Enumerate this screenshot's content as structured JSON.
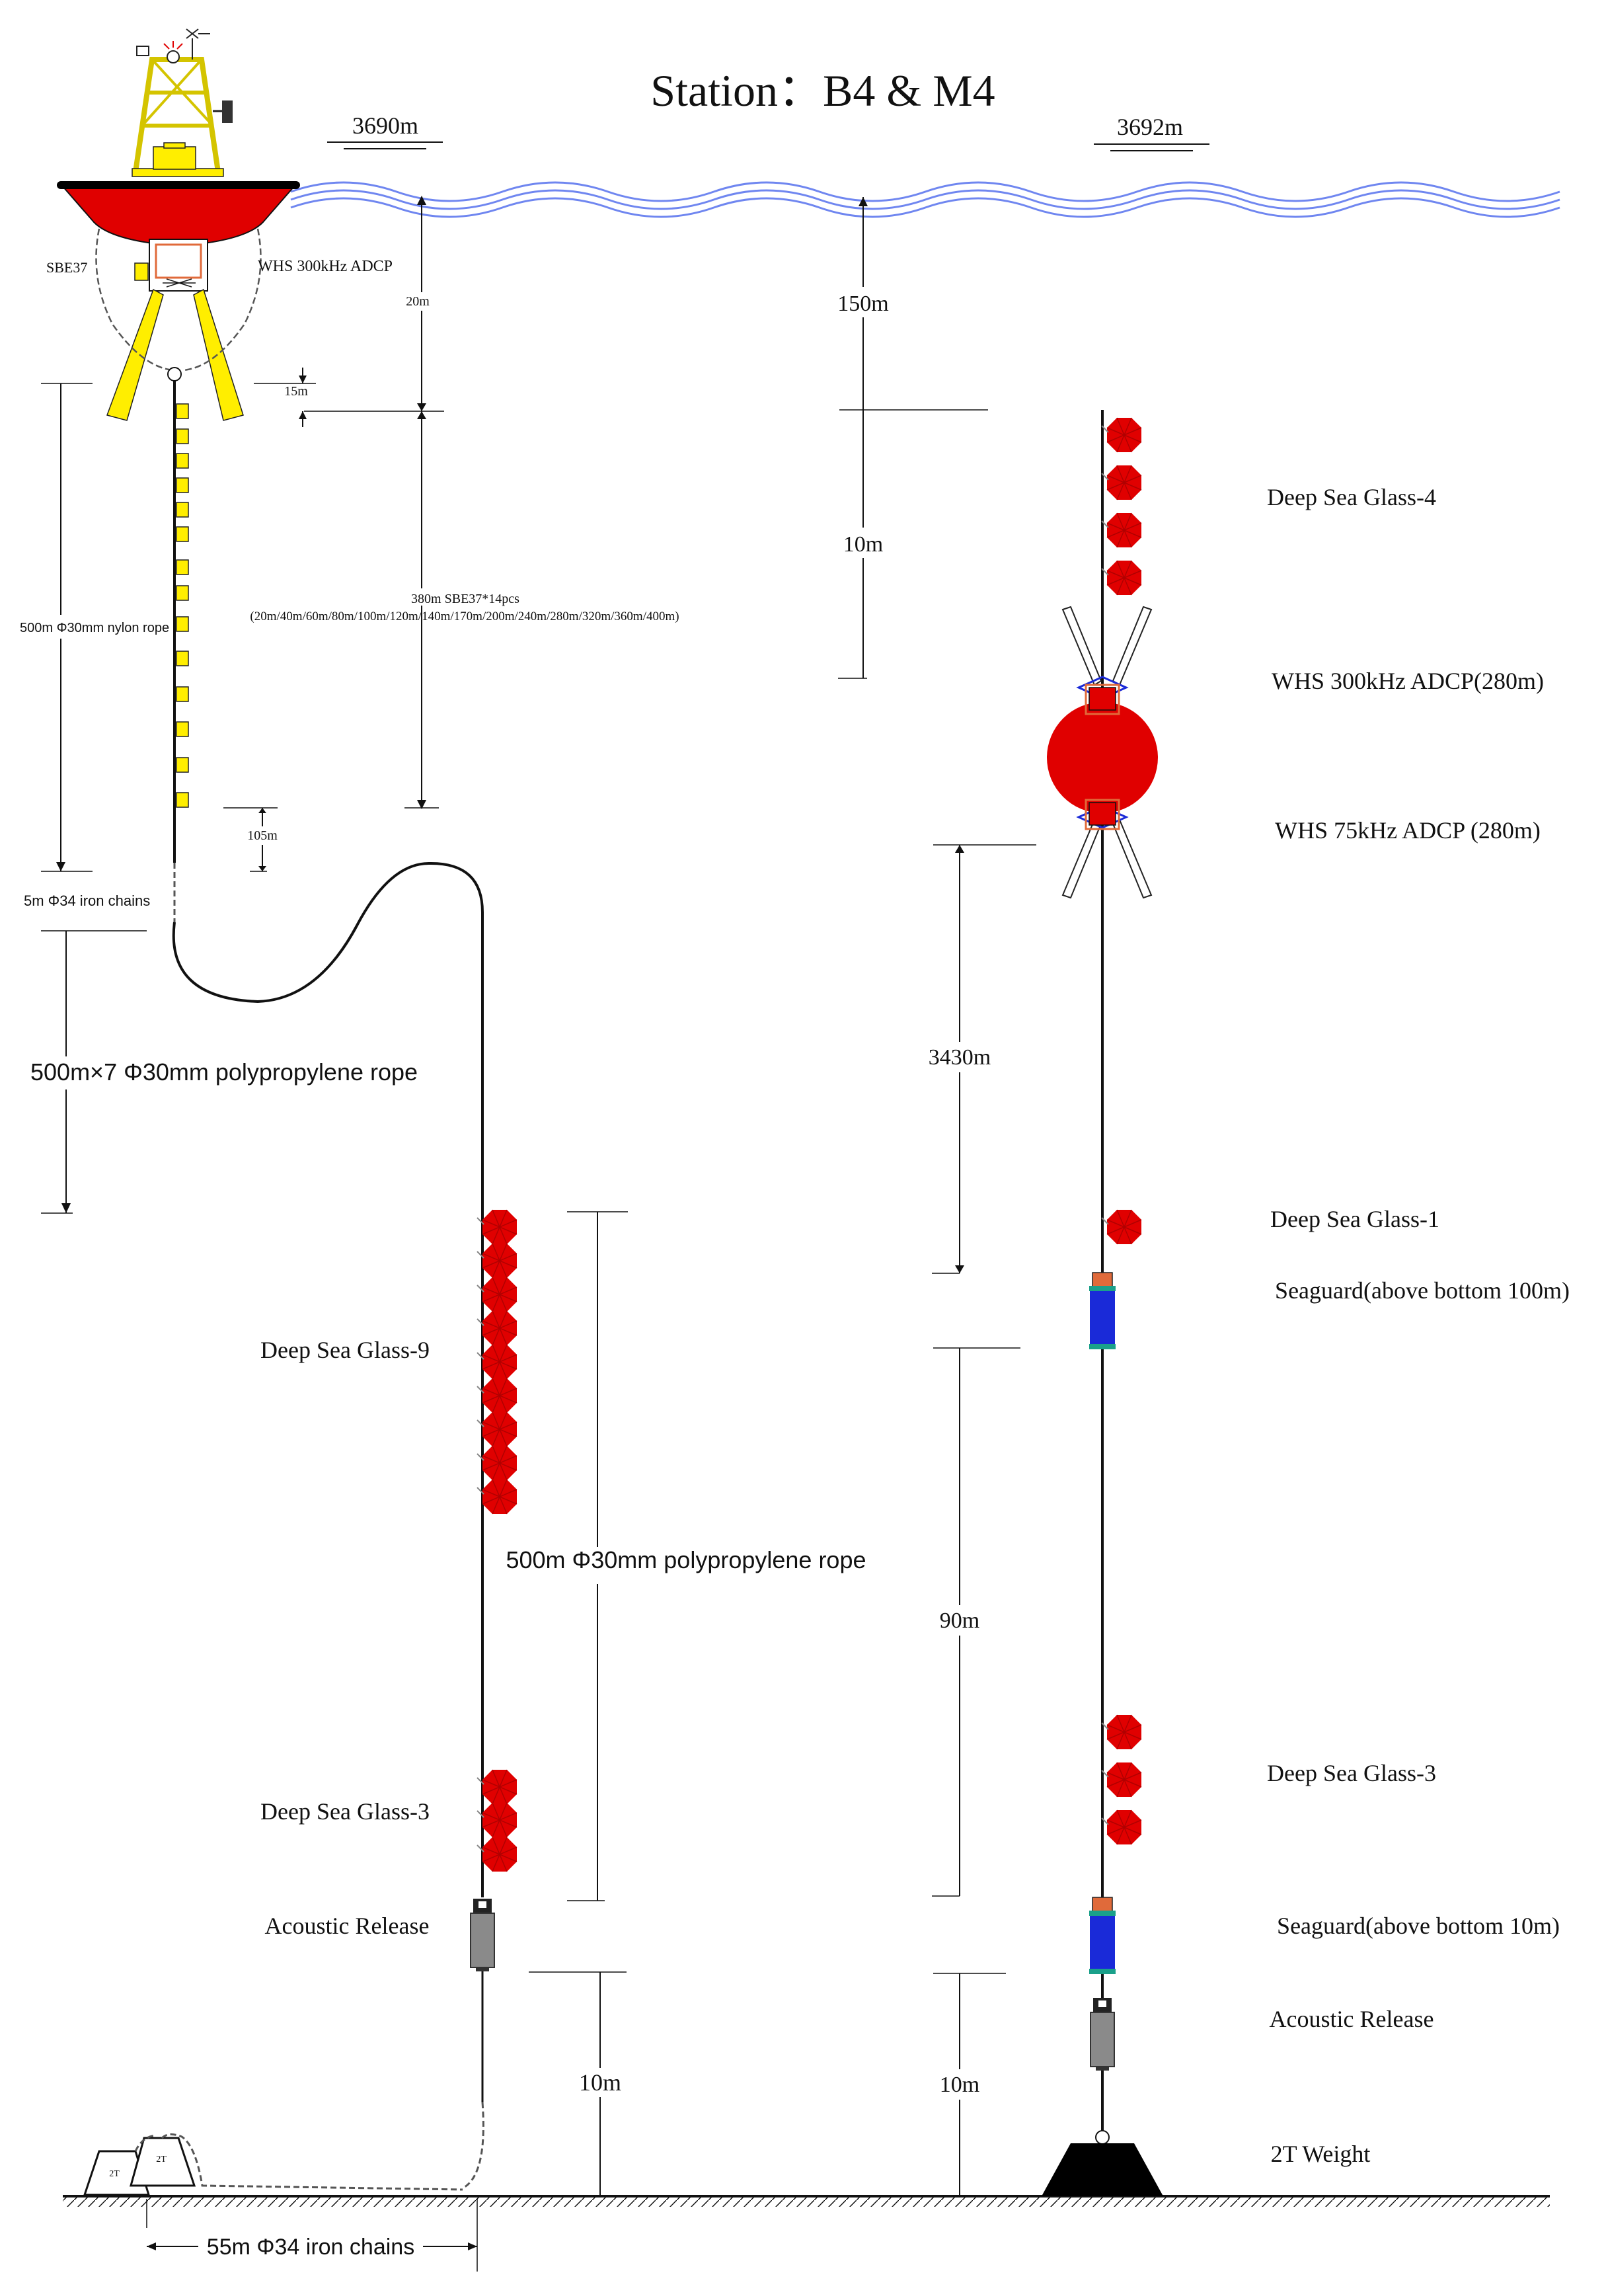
{
  "title": "Station：B4 & M4",
  "depths": {
    "b4": "3690m",
    "m4": "3692m"
  },
  "b4": {
    "sbe37_label": "SBE37",
    "adcp_label": "WHS 300kHz ADCP",
    "dim_20m": "20m",
    "dim_15m": "15m",
    "nylon_rope": "500m Φ30mm nylon rope",
    "sbe_line1": "380m SBE37*14pcs",
    "sbe_line2": "(20m/40m/60m/80m/100m/120m/140m/170m/200m/240m/280m/320m/360m/400m)",
    "dim_105m": "105m",
    "iron_chain_top": "5m Φ34 iron chains",
    "pp_rope": "500m×7   Φ30mm polypropylene rope",
    "glass9": "Deep Sea Glass-9",
    "pp_rope_500": "500m Φ30mm polypropylene rope",
    "glass3": "Deep Sea Glass-3",
    "release": "Acoustic Release",
    "dim_10m": "10m",
    "bottom_chain": "55m Φ34 iron chains",
    "anchor_label": "2T"
  },
  "m4": {
    "dim_150m": "150m",
    "dim_10m_top": "10m",
    "glass4": "Deep Sea Glass-4",
    "adcp300": "WHS 300kHz ADCP(280m)",
    "adcp75": "WHS 75kHz ADCP (280m)",
    "dim_3430m": "3430m",
    "glass1": "Deep Sea Glass-1",
    "seaguard100": "Seaguard(above bottom 100m)",
    "dim_90m": "90m",
    "glass3": "Deep Sea Glass-3",
    "seaguard10": "Seaguard(above bottom 10m)",
    "release": "Acoustic Release",
    "dim_10m_bottom": "10m",
    "weight": "2T Weight"
  },
  "colors": {
    "buoy_red": "#e00000",
    "buoy_yellow": "#ffee00",
    "glass_red": "#e00000",
    "sea_blue": "#6f86f0",
    "seaguard_blue": "#1a2ad8",
    "release_gray": "#8a8a8a"
  }
}
